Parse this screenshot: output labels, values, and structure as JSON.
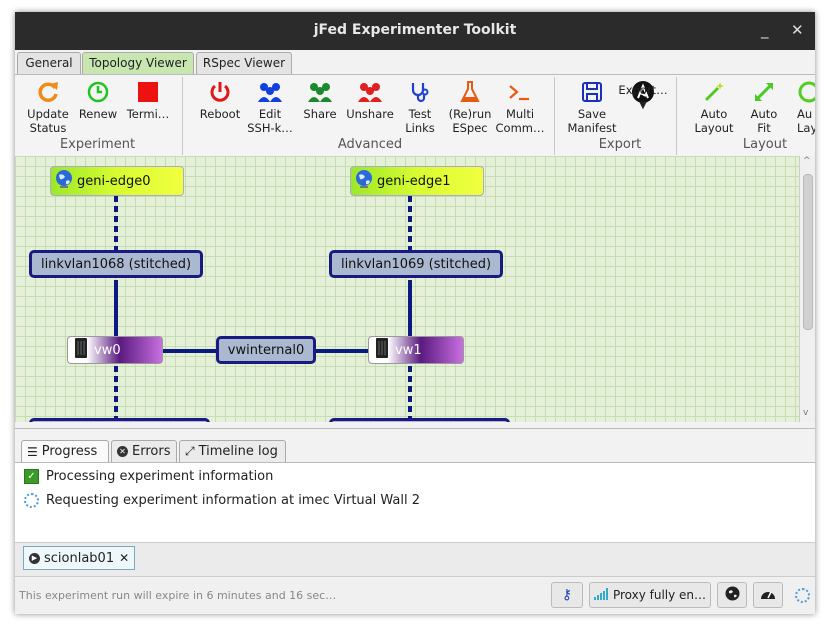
{
  "window": {
    "title": "jFed Experimenter Toolkit",
    "minimize": "_",
    "close": "✕"
  },
  "tabs": [
    "General",
    "Topology Viewer",
    "RSpec Viewer"
  ],
  "ribbon": {
    "experiment": {
      "group_label": "Experiment",
      "update": "Update\nStatus",
      "renew": "Renew",
      "terminate": "Termi…"
    },
    "advanced": {
      "group_label": "Advanced",
      "reboot": "Reboot",
      "edit_ssh": "Edit\nSSH-k…",
      "share": "Share",
      "unshare": "Unshare",
      "test_links": "Test\nLinks",
      "rerun_espec": "(Re)run\nESpec",
      "multi_command": "Multi\nComm…"
    },
    "export": {
      "group_label": "Export",
      "save_manifest": "Save\nManifest",
      "export": "Export…"
    },
    "layout": {
      "group_label": "Layout",
      "auto_layout": "Auto\nLayout",
      "auto_fit": "Auto\nFit",
      "auto_layout2": "Au\nLay"
    }
  },
  "topology": {
    "edge0": "geni-edge0",
    "edge1": "geni-edge1",
    "link0": "linkvlan1068 (stitched)",
    "link1": "linkvlan1069 (stitched)",
    "vm0": "vw0",
    "vm1": "vw1",
    "internal": "vwinternal0"
  },
  "bottom_tabs": [
    "Progress",
    "Errors",
    "Timeline log"
  ],
  "log": [
    {
      "status": "done",
      "text": "Processing experiment information"
    },
    {
      "status": "pending",
      "text": "Requesting experiment information at imec Virtual Wall 2"
    }
  ],
  "run_tab": {
    "label": "scionlab01",
    "close": "✕"
  },
  "status": {
    "message": "This experiment run will expire in 6 minutes and 16 sec…",
    "proxy": "Proxy fully en…"
  },
  "colors": {
    "accent": "#c8e6b0",
    "link": "#0c1a80"
  }
}
